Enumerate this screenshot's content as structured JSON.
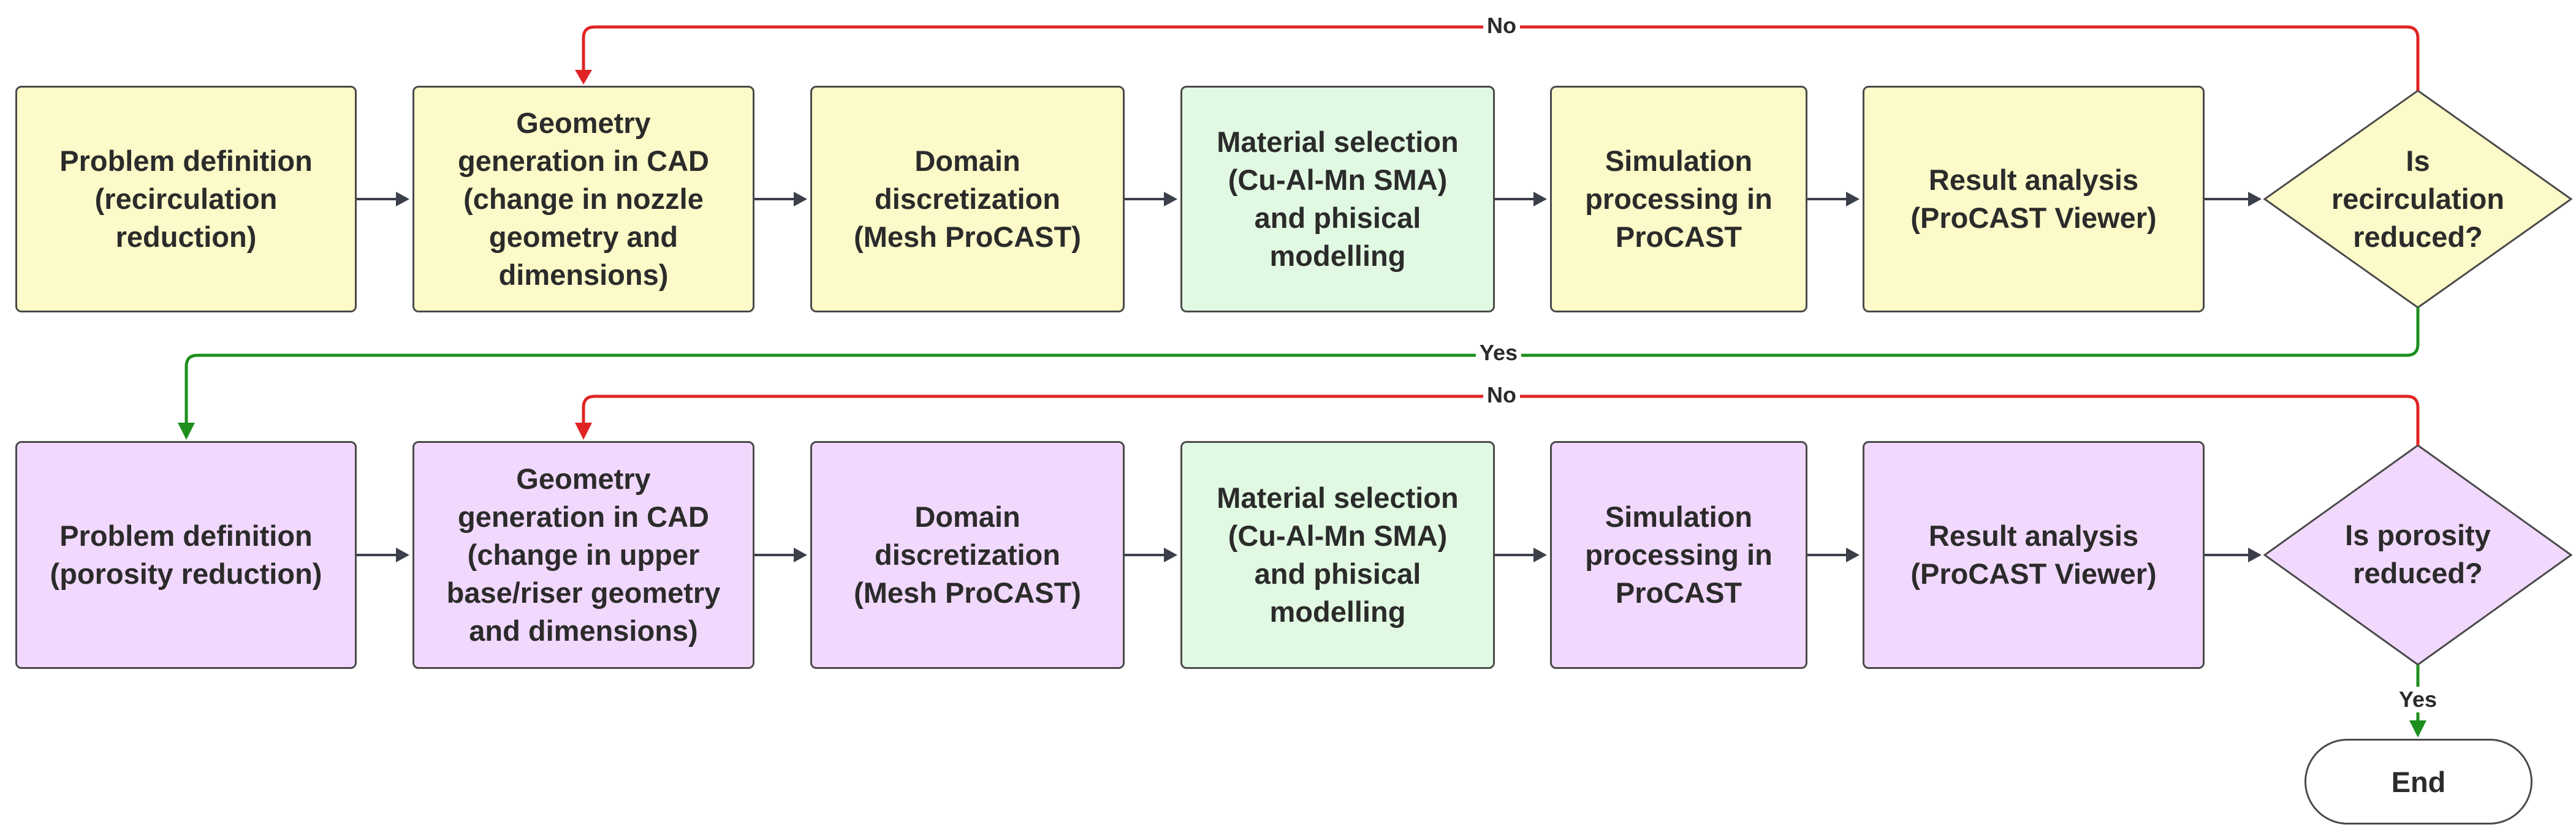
{
  "colors": {
    "stage1_fill": "#fbfac8",
    "stage2_fill": "#f1d8fd",
    "material_fill": "#e1f9e2",
    "no_arrow": "#e02424",
    "yes_arrow": "#1e8f1e",
    "flow_arrow": "#3a3f4a"
  },
  "row1": {
    "problem": "Problem definition\n(recirculation\nreduction)",
    "geometry": "Geometry\ngeneration in CAD\n(change in nozzle\ngeometry and\ndimensions)",
    "domain": "Domain\ndiscretization\n(Mesh ProCAST)",
    "material": "Material selection\n(Cu-Al-Mn SMA)\nand phisical\nmodelling",
    "simulation": "Simulation\nprocessing in\nProCAST",
    "result": "Result analysis\n(ProCAST Viewer)",
    "decision": "Is\nrecirculation\nreduced?"
  },
  "row2": {
    "problem": "Problem definition\n(porosity reduction)",
    "geometry": "Geometry\ngeneration in CAD\n(change in upper\nbase/riser geometry\nand dimensions)",
    "domain": "Domain\ndiscretization\n(Mesh ProCAST)",
    "material": "Material selection\n(Cu-Al-Mn SMA)\nand phisical\nmodelling",
    "simulation": "Simulation\nprocessing in\nProCAST",
    "result": "Result analysis\n(ProCAST Viewer)",
    "decision": "Is porosity\nreduced?"
  },
  "labels": {
    "no_top": "No",
    "yes_middle": "Yes",
    "no_bottom": "No",
    "yes_bottom": "Yes"
  },
  "end": "End"
}
